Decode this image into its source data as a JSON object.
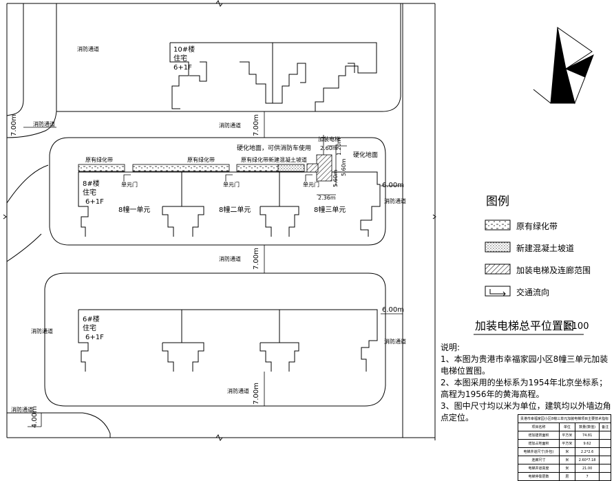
{
  "buildings": {
    "b10": {
      "name": "10#楼",
      "use": "住宅",
      "floors": "6+1F"
    },
    "b8": {
      "name": "8#楼",
      "use": "住宅",
      "floors": "6+1F",
      "units": [
        "8幢一单元",
        "8幢二单元",
        "8幢三单元"
      ]
    },
    "b6": {
      "name": "6#楼",
      "use": "住宅",
      "floors": "6+1F"
    }
  },
  "road_label": "消防通道",
  "dimensions": {
    "d700": "7.00m",
    "d600": "6.00m",
    "d400": "4.00m",
    "d236": "2.36m",
    "d260": "2.60m",
    "d120": "1.20m",
    "d560": "5.60m",
    "d560b": "5.60m"
  },
  "site_labels": {
    "hard_ground_fire": "硬化地面，可供消防车使用",
    "hard_ground": "硬化地面",
    "green1": "原有绿化带",
    "green2": "原有绿化带",
    "green3": "原有绿化带",
    "new_ramp": "新建混凝土坡道",
    "elevator_mark": "加装电梯",
    "unit_door": "单元门"
  },
  "legend": {
    "title": "图例",
    "items": [
      {
        "label": "原有绿化带",
        "icon": "greenbelt-hatch-icon"
      },
      {
        "label": "新建混凝土坡道",
        "icon": "concrete-dots-icon"
      },
      {
        "label": "加装电梯及连廊范围",
        "icon": "diagonal-hatch-icon"
      },
      {
        "label": "交通流向",
        "icon": "flow-arrow-icon"
      }
    ]
  },
  "drawing_title": "加装电梯总平位置图",
  "scale": "1:100",
  "notes": {
    "heading": "说明:",
    "items": [
      "1、本图为贵港市幸福家园小区8幢三单元加装电梯位置图。",
      "2、本图采用的坐标系为1954年北京坐标系；高程为1956年的黄海高程。",
      "3、图中尺寸均以米为单位，建筑均以外墙边角点定位。"
    ]
  },
  "info_table": {
    "title": "贵港市幸福家园小区8幢三单元加装电梯项目主要技术指标",
    "header": [
      "项目名称",
      "单位",
      "数量(数值)",
      "备注"
    ],
    "rows": [
      [
        "增加建筑面积",
        "平方米",
        "74.81",
        ""
      ],
      [
        "增加占地面积",
        "平方米",
        "9.62",
        ""
      ],
      [
        "电梯井道尺寸(外包)",
        "米",
        "2.2*2.6",
        ""
      ],
      [
        "连廊尺寸",
        "米",
        "2.60*7.18",
        ""
      ],
      [
        "电梯井道高度",
        "米",
        "21.00",
        ""
      ],
      [
        "电梯停靠层数",
        "层",
        "7",
        ""
      ]
    ]
  }
}
